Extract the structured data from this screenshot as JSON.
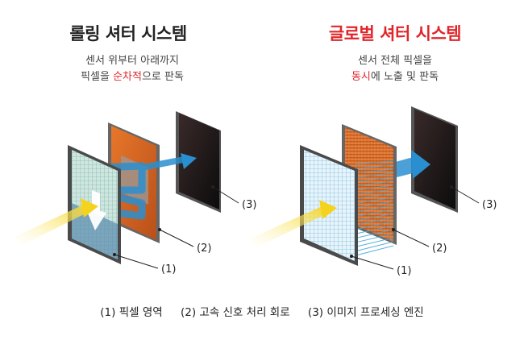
{
  "left": {
    "title": "롤링 셔터 시스템",
    "desc_line1": "센서 위부터 아래까지",
    "desc_line2_pre": "픽셀을 ",
    "desc_line2_hl": "순차적",
    "desc_line2_post": "으로 판독"
  },
  "right": {
    "title": "글로벌 셔터 시스템",
    "desc_line1": "센서 전체 픽셀을",
    "desc_line2_hl": "동시",
    "desc_line2_post": "에 노출 및 판독"
  },
  "callouts": {
    "c1": "(1)",
    "c2": "(2)",
    "c3": "(3)"
  },
  "legend": {
    "item1": "(1) 픽셀 영역",
    "item2": "(2) 고속 신호 처리 회로",
    "item3": "(3) 이미지 프로세싱 엔진"
  },
  "colors": {
    "accent_red": "#e0262a",
    "circuit_orange": "#d9661f",
    "light_yellow": "#f5d31c",
    "pixel_cyan": "#4aa8d8",
    "arrow_blue": "#2a8fd0"
  }
}
